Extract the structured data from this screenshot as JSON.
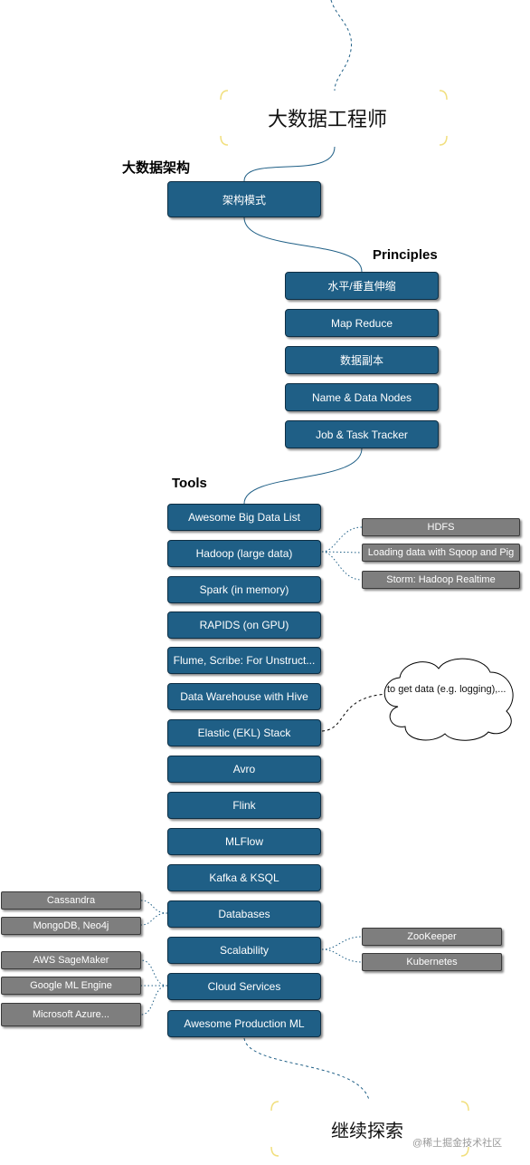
{
  "title": "大数据工程师",
  "end_title": "继续探索",
  "watermark": "@稀土掘金技术社区",
  "colors": {
    "node_blue": "#1f5f86",
    "node_gray": "#7e7e7e",
    "connector_blue": "#1f5f86"
  },
  "sections": {
    "architecture": {
      "heading": "大数据架构",
      "node": "架构模式"
    },
    "principles": {
      "heading": "Principles",
      "items": [
        "水平/垂直伸缩",
        "Map Reduce",
        "数据副本",
        "Name & Data Nodes",
        "Job & Task Tracker"
      ]
    },
    "tools": {
      "heading": "Tools",
      "items": [
        "Awesome Big Data List",
        "Hadoop (large data)",
        "Spark (in memory)",
        "RAPIDS (on GPU)",
        "Flume, Scribe: For Unstruct...",
        "Data Warehouse with Hive",
        "Elastic (EKL) Stack",
        "Avro",
        "Flink",
        "MLFlow",
        "Kafka & KSQL",
        "Databases",
        "Scalability",
        "Cloud Services",
        "Awesome Production ML"
      ]
    }
  },
  "subnodes": {
    "hadoop": [
      "HDFS",
      "Loading data with Sqoop and Pig",
      "Storm: Hadoop Realtime"
    ],
    "databases": [
      "Cassandra",
      "MongoDB, Neo4j"
    ],
    "scalability": [
      "ZooKeeper",
      "Kubernetes"
    ],
    "cloud": [
      "AWS SageMaker",
      "Google ML Engine",
      "Microsoft Azure..."
    ]
  },
  "cloud_note": "to get data (e.g. logging),..."
}
